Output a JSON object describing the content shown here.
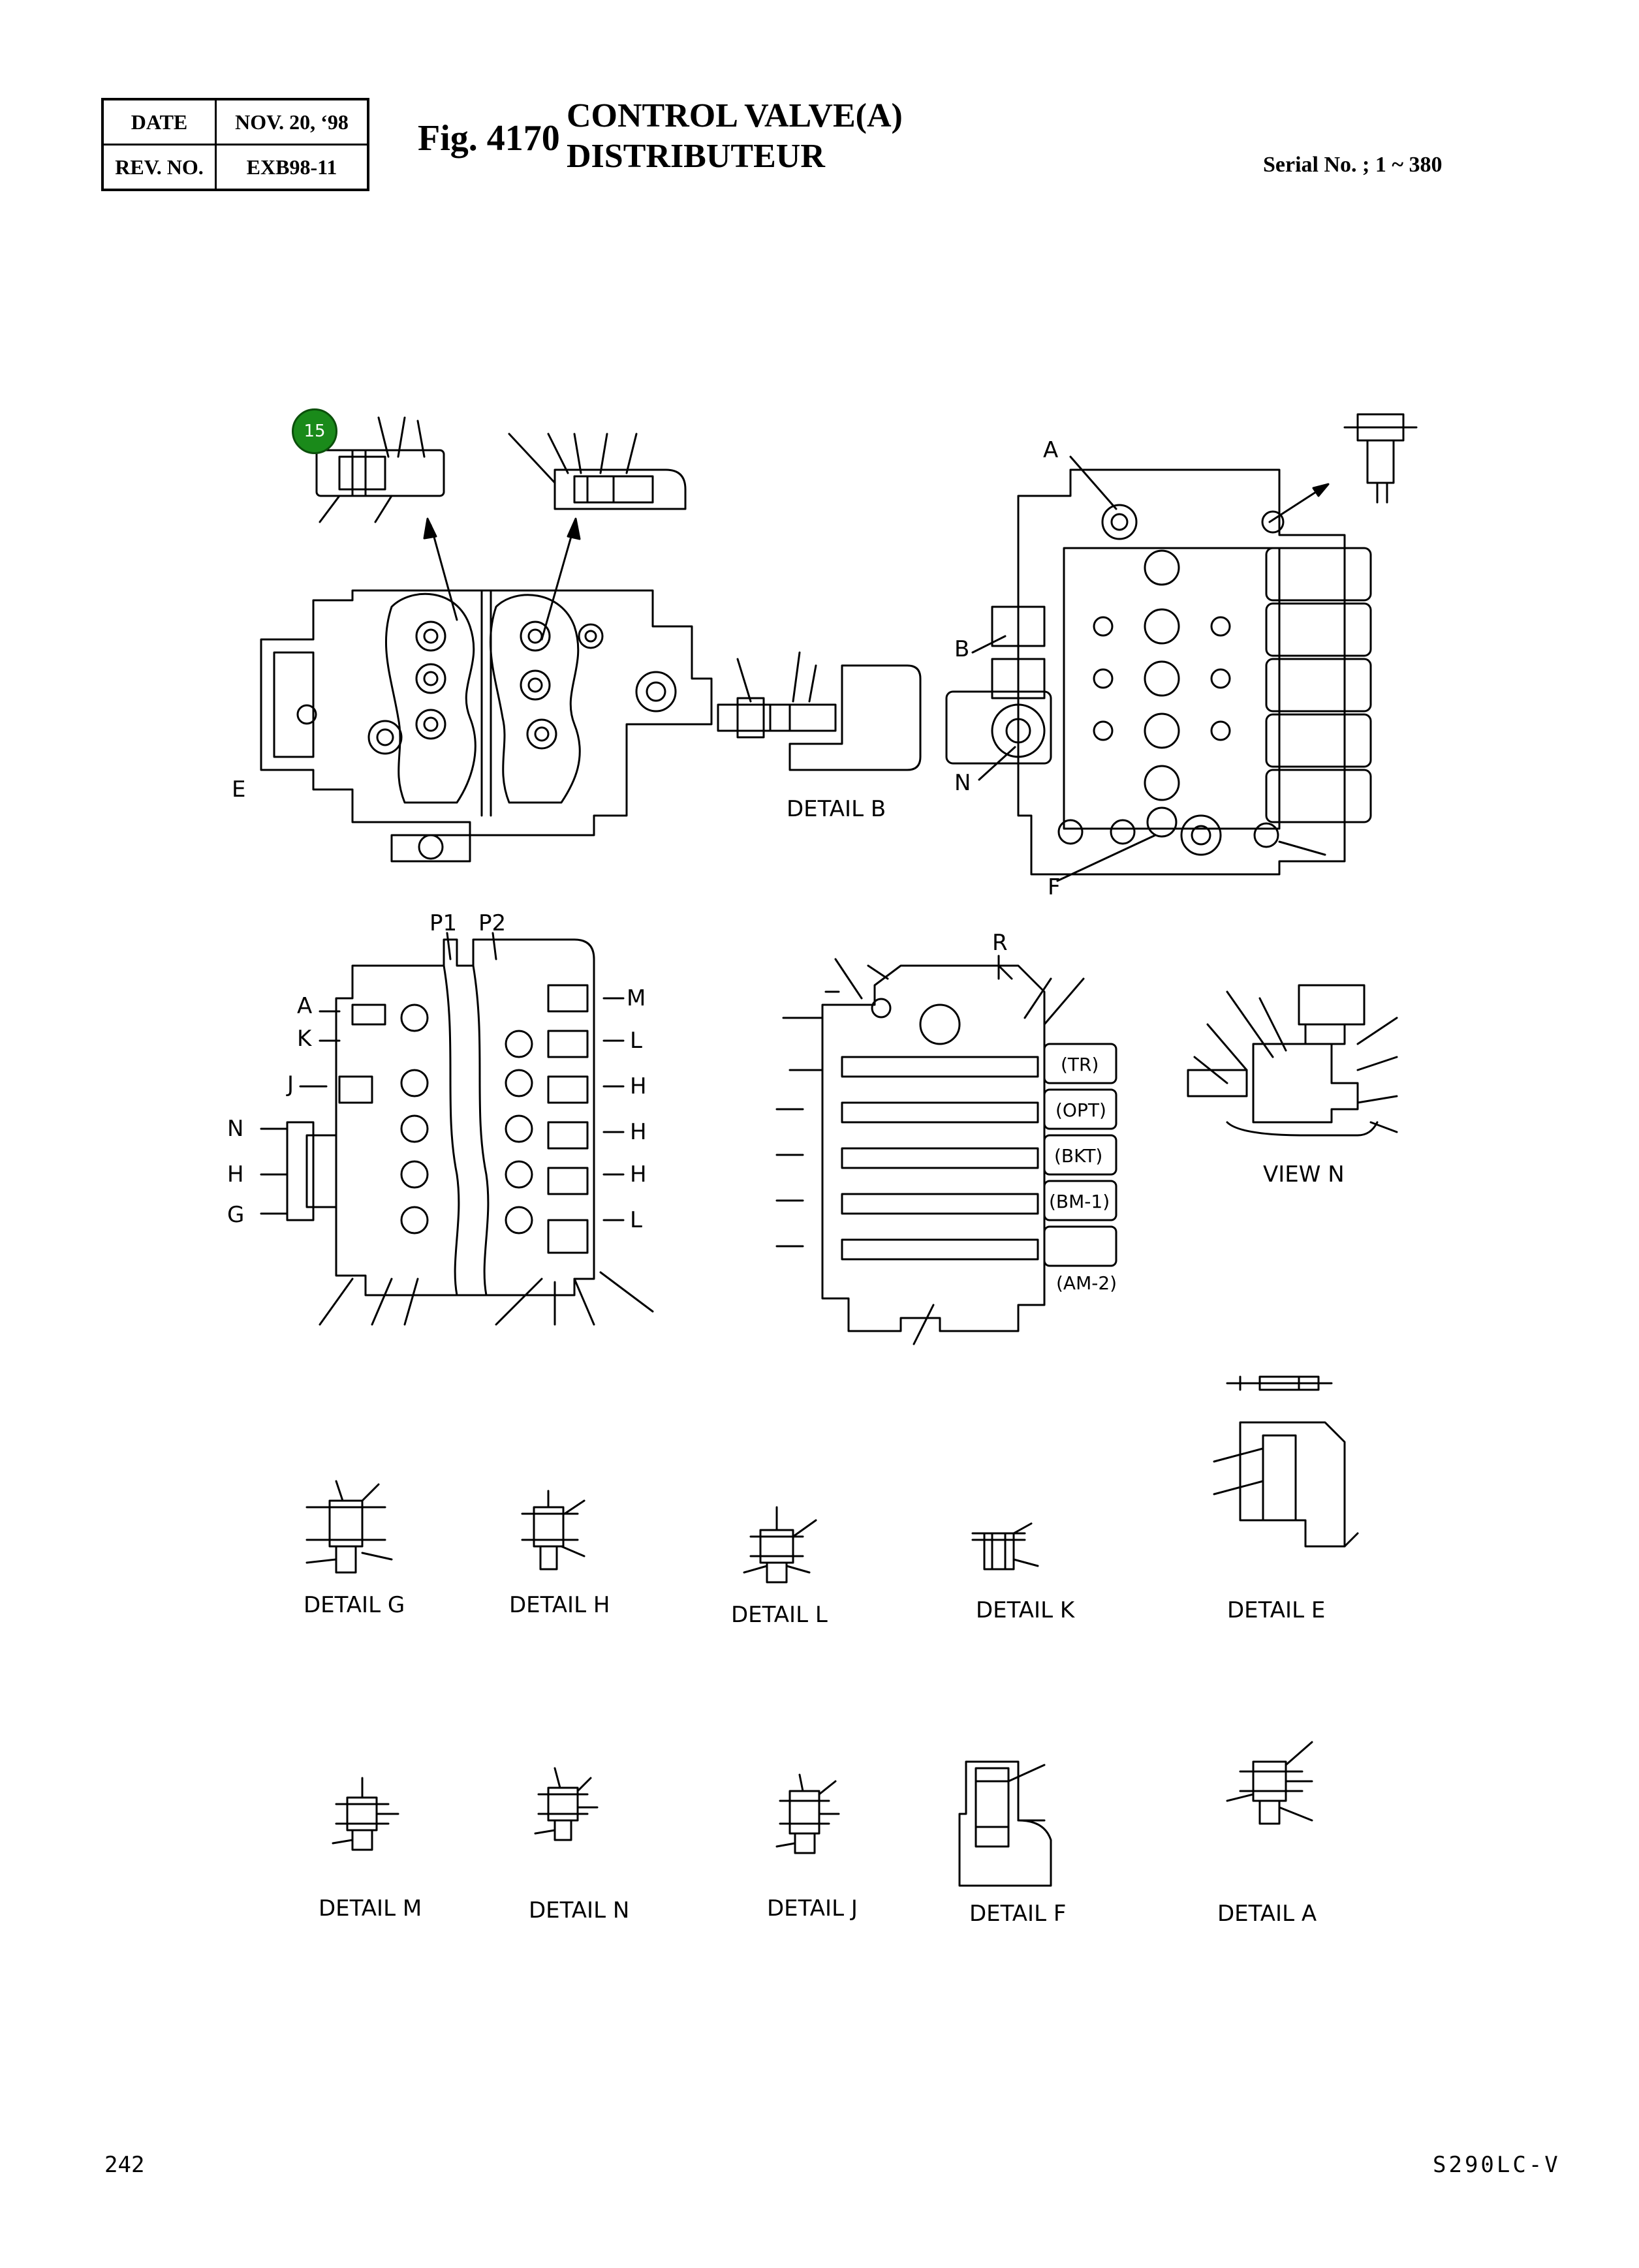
{
  "header": {
    "date_label": "DATE",
    "date_value": "NOV. 20, ‘98",
    "rev_label": "REV. NO.",
    "rev_value": "EXB98-11",
    "fig_number": "Fig. 4170",
    "title_line1": "CONTROL VALVE(A)",
    "title_line2": "DISTRIBUTEUR",
    "serial": "Serial No. ; 1 ~ 380"
  },
  "callout": {
    "number": "15",
    "color": "#1a8a1a"
  },
  "views": {
    "top_left": {
      "label_e": "E"
    },
    "detail_b": {
      "caption": "DETAIL  B"
    },
    "top_right": {
      "label_a": "A",
      "label_b": "B",
      "label_n": "N",
      "label_f": "F"
    },
    "mid_left": {
      "p1": "P1",
      "p2": "P2",
      "left_labels": [
        "A",
        "K",
        "J",
        "N",
        "H",
        "G"
      ],
      "right_labels": [
        "M",
        "L",
        "H",
        "H",
        "H",
        "L"
      ]
    },
    "mid_center": {
      "label_r": "R",
      "spools": [
        "(TR)",
        "(OPT)",
        "(BKT)",
        "(BM-1)",
        "(AM-2)"
      ]
    },
    "view_n": {
      "caption": "VIEW  N"
    }
  },
  "details_row1": [
    "DETAIL  G",
    "DETAIL  H",
    "DETAIL  L",
    "DETAIL  K",
    "DETAIL  E"
  ],
  "details_row2": [
    "DETAIL  M",
    "DETAIL  N",
    "DETAIL  J",
    "DETAIL  F",
    "DETAIL  A"
  ],
  "footer": {
    "page": "242",
    "model": "S290LC-V"
  }
}
